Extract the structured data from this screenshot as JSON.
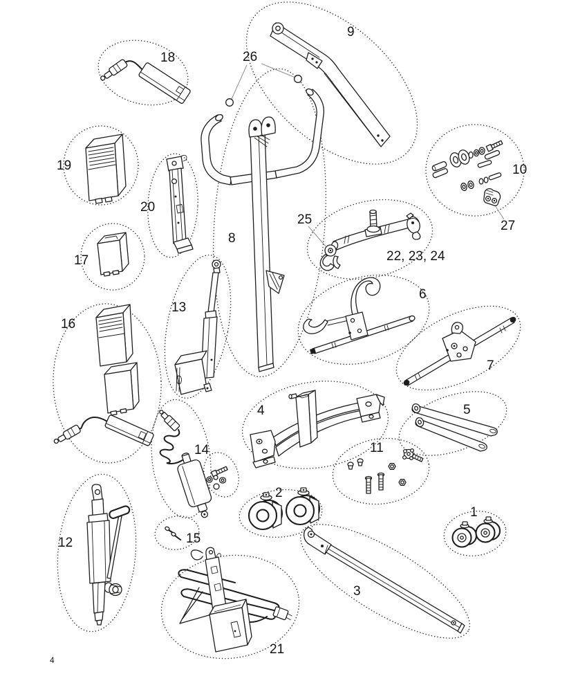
{
  "page": {
    "number": "4"
  },
  "diagram": {
    "colors": {
      "line": "#1d1d1b",
      "leader": "#8f8f8f",
      "outline_dots": "#333333",
      "background": "#ffffff"
    },
    "callouts": {
      "p1": "1",
      "p2": "2",
      "p3": "3",
      "p4": "4",
      "p5": "5",
      "p6": "6",
      "p7": "7",
      "p8": "8",
      "p9": "9",
      "p10": "10",
      "p11": "11",
      "p12": "12",
      "p13": "13",
      "p14": "14",
      "p15": "15",
      "p16": "16",
      "p17": "17",
      "p18": "18",
      "p19": "19",
      "p20": "20",
      "p21": "21",
      "p22_23_24": "22, 23, 24",
      "p25": "25",
      "p26": "26",
      "p27": "27"
    }
  }
}
